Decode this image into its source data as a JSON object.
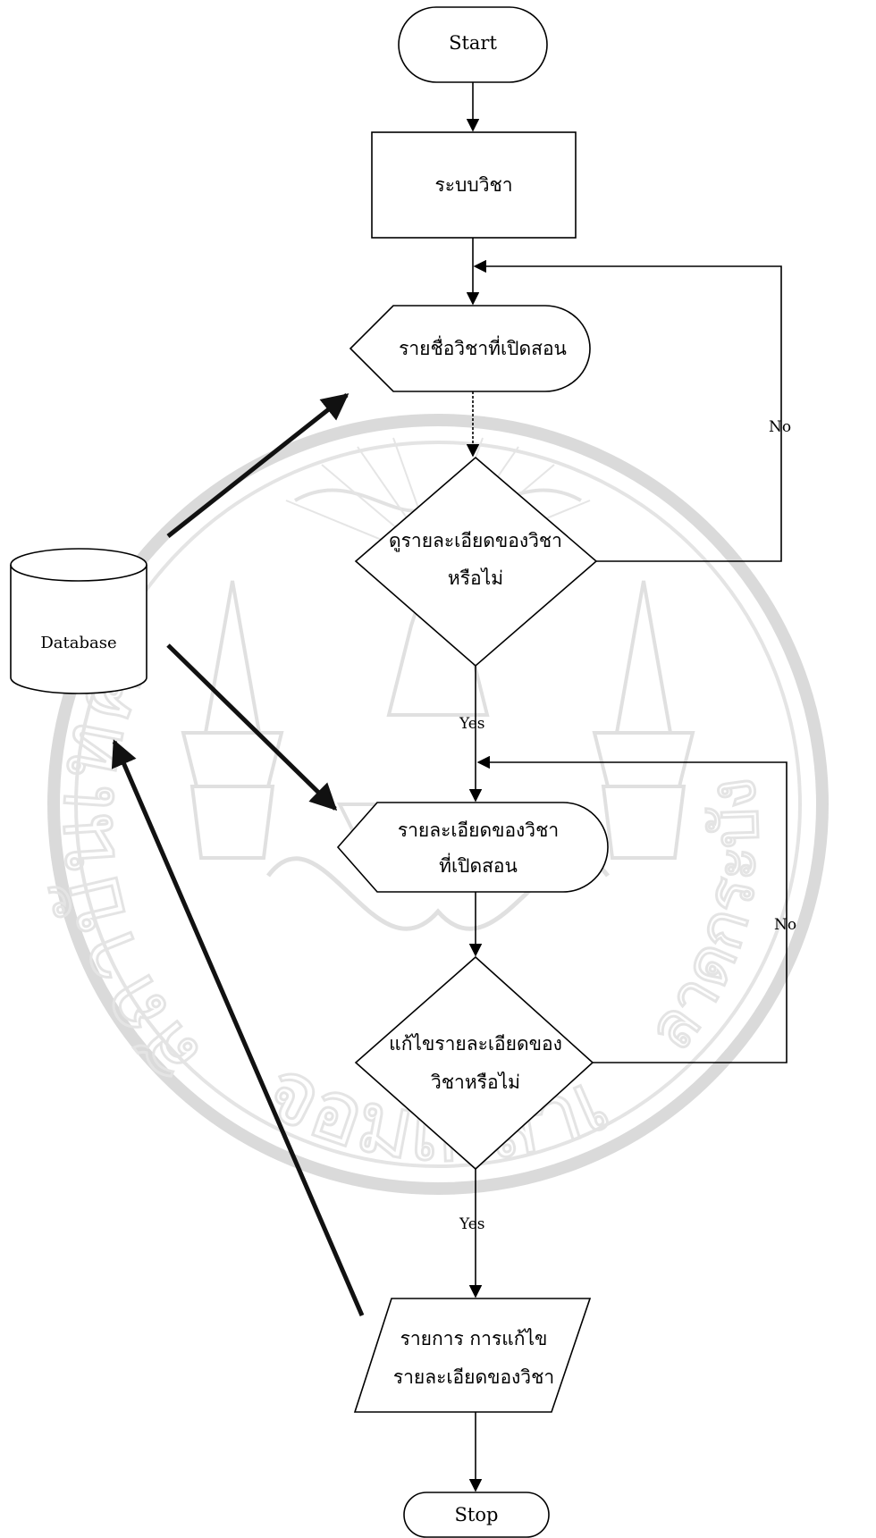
{
  "nodes": {
    "start": "Start",
    "subject_system": "ระบบวิชา",
    "open_subjects": "รายชื่อวิชาที่เปิดสอน",
    "view_decision": [
      "ดูรายละเอียดของวิชา",
      "หรือไม่"
    ],
    "subject_details": [
      "รายละเอียดของวิชา",
      "ที่เปิดสอน"
    ],
    "edit_decision": [
      "แก้ไขรายละเอียดของ",
      "วิชาหรือไม่"
    ],
    "edit_list": [
      "รายการ การแก้ไข",
      "รายละเอียดของวิชา"
    ],
    "stop": "Stop",
    "database": "Database"
  },
  "edges": {
    "no_1": "No",
    "yes_1": "Yes",
    "no_2": "No",
    "yes_2": "Yes"
  },
  "watermark": {
    "left_text": "สถาบันเทคโนโลยีพระ",
    "bottom_text": "จอมเกล้าเจ้าคุณทหาร",
    "right_text": "ลาดกระบัง"
  }
}
